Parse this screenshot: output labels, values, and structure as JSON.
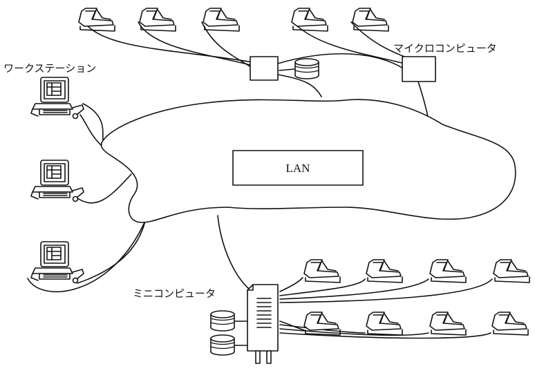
{
  "labels": {
    "workstation": "ワークステーション",
    "microcomputer": "マイクロコンピュータ",
    "minicomputer": "ミニコンピュータ",
    "lan": "LAN"
  },
  "colors": {
    "ink": "#111111",
    "background": "#ffffff"
  },
  "icons": [
    "terminal-icon",
    "workstation-icon",
    "disk-drive-icon",
    "minicomputer-icon",
    "controller-box"
  ]
}
